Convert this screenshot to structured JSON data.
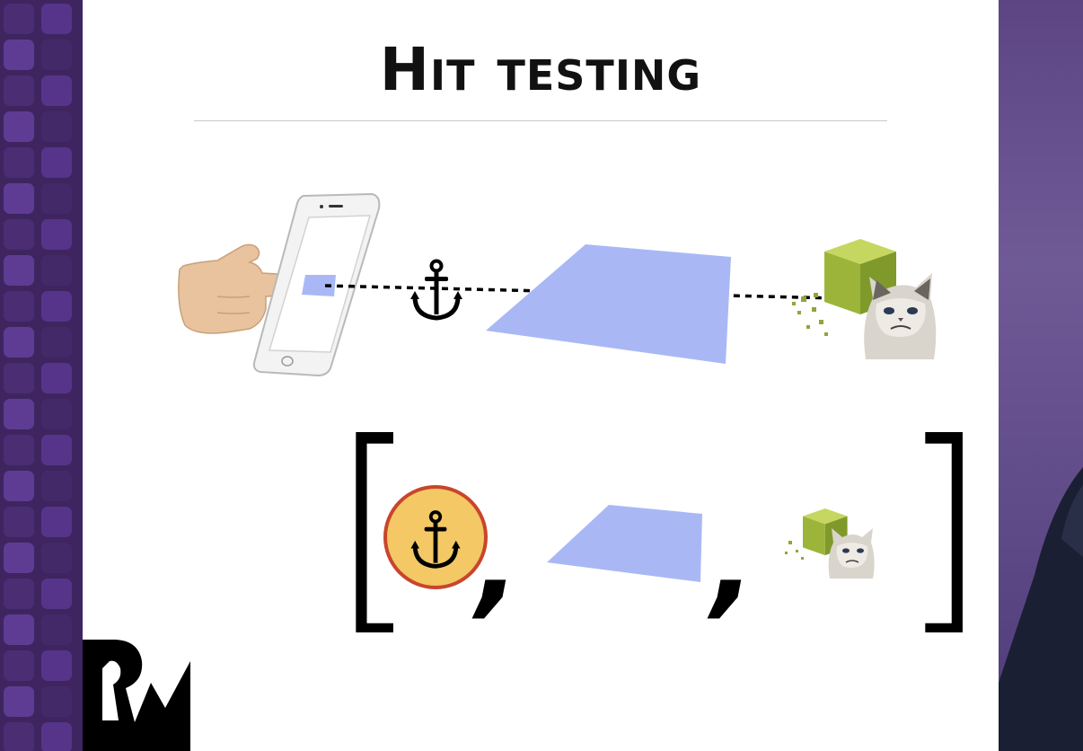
{
  "slide": {
    "title": "Hit testing",
    "background": "#ffffff",
    "plane_color": "#a9b8f5",
    "anchor_badge_fill": "#f3c865",
    "anchor_badge_stroke": "#c9452c"
  },
  "results_array": {
    "open_bracket": "[",
    "close_bracket": "]",
    "separator": ","
  },
  "icons": {
    "pointing_hand": "pointing-hand-icon",
    "phone": "smartphone-icon",
    "anchor": "anchor-icon",
    "plane": "detected-plane",
    "cube": "green-cube-icon",
    "cat": "grumpy-cat-icon",
    "logo": "rw-logo"
  },
  "backdrop": {
    "left_color": "#3e2560",
    "right_color": "#5f4a88"
  }
}
